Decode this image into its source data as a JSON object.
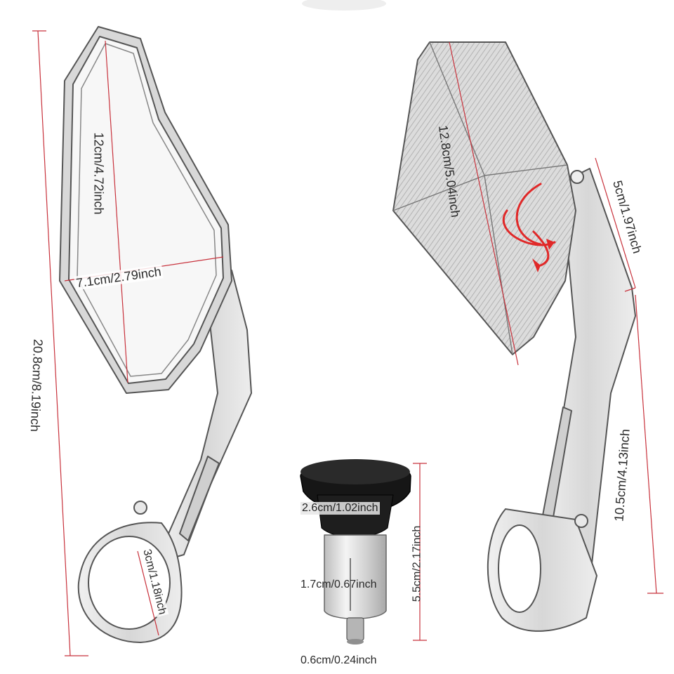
{
  "dimensions": {
    "left_mirror_length": "20.8cm/8.19inch",
    "left_mirror_height": "12cm/4.72inch",
    "left_mirror_width": "7.1cm/2.79inch",
    "left_clamp_diameter": "3cm/1.18inch",
    "right_mirror_height": "12.8cm/5.04inch",
    "right_pivot_length": "5cm/1.97inch",
    "right_arm_length": "10.5cm/4.13inch",
    "plug_cap_diameter": "2.6cm/1.02inch",
    "plug_total_length": "5.5cm/2.17inch",
    "plug_body_diameter": "1.7cm/0.67inch",
    "plug_screw_diameter": "0.6cm/0.24inch"
  },
  "colors": {
    "dimension_line": "#c8323c",
    "outline": "#555555",
    "metal": "#e2e2e2",
    "mirror_glass": "#f7f7f7",
    "plug_cap": "#161616",
    "plug_body": "#d4d4d4",
    "rotation_arrow": "#e02828"
  }
}
